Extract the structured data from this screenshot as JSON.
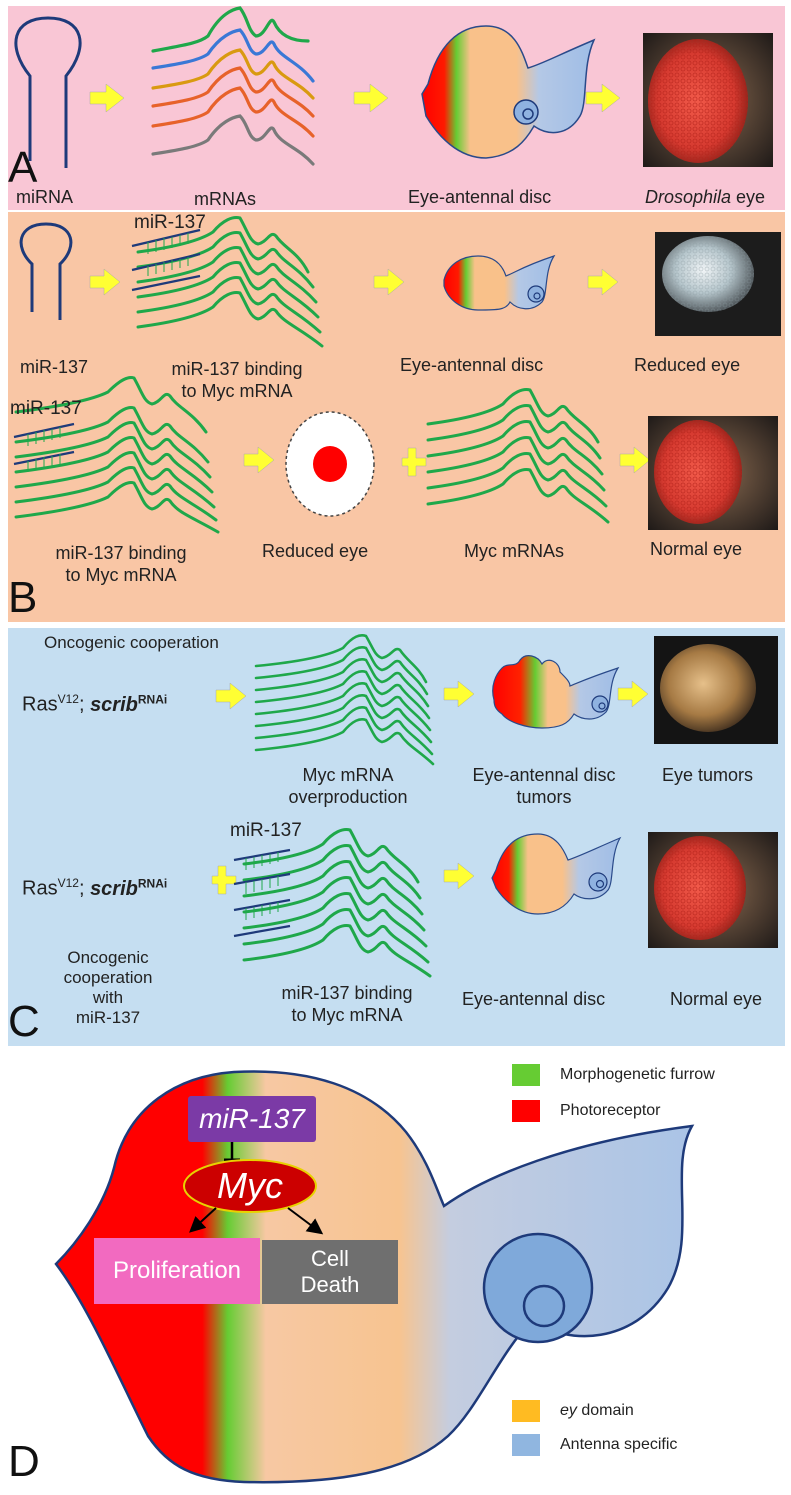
{
  "panel_a": {
    "letter": "A",
    "labels": {
      "mirna": "miRNA",
      "mrnas": "mRNAs",
      "disc": "Eye-antennal disc",
      "eye_italic": "Drosophila",
      "eye_rest": " eye"
    }
  },
  "panel_b": {
    "letter": "B",
    "row1": {
      "mir_tag": "miR-137",
      "mir": "miR-137",
      "binding_l1": "miR-137 binding",
      "binding_l2": "to Myc mRNA",
      "disc": "Eye-antennal disc",
      "reduced": "Reduced eye"
    },
    "row2": {
      "mir_tag": "miR-137",
      "binding_l1": "miR-137 binding",
      "binding_l2": "to Myc mRNA",
      "reduced": "Reduced eye",
      "myc": "Myc mRNAs",
      "normal": "Normal eye"
    }
  },
  "panel_c": {
    "letter": "C",
    "row1": {
      "coop": "Oncogenic cooperation",
      "ras": "Ras",
      "ras_sup": "V12",
      "sep": "; ",
      "scrib": "scrib",
      "scrib_sup": "RNAi",
      "myc_l1": "Myc mRNA",
      "myc_l2": "overproduction",
      "disc_l1": "Eye-antennal disc",
      "disc_l2": "tumors",
      "tumors": "Eye tumors"
    },
    "row2": {
      "mir_tag": "miR-137",
      "ras": "Ras",
      "ras_sup": "V12",
      "sep": "; ",
      "scrib": "scrib",
      "scrib_sup": "RNAi",
      "coop_l1": "Oncogenic",
      "coop_l2": "cooperation with",
      "coop_l3": "miR-137",
      "binding_l1": "miR-137 binding",
      "binding_l2": "to Myc mRNA",
      "disc": "Eye-antennal disc",
      "normal": "Normal eye"
    }
  },
  "panel_d": {
    "letter": "D",
    "mir": "miR-137",
    "myc": "Myc",
    "proliferation": "Proliferation",
    "death_l1": "Cell",
    "death_l2": "Death",
    "legend": {
      "furrow": "Morphogenetic furrow",
      "photo": "Photoreceptor",
      "ey_italic": "ey",
      "ey_rest": " domain",
      "antenna": "Antenna specific"
    }
  },
  "colors": {
    "panel_a_bg": "#f9c6d5",
    "panel_b_bg": "#f9c6a5",
    "panel_c_bg": "#c5def1",
    "mrna_green": "#1fa84a",
    "mirna_blue": "#1e3a7a",
    "arrow_yellow": "#ffff33",
    "photoreceptor_red": "#ff0000",
    "furrow_green": "#66cc33",
    "ey_orange": "#ffbb22",
    "antenna_blue": "#90b6e0",
    "myc_red": "#cc0000",
    "mir_purple": "#7b3aa6",
    "prolif_pink": "#f26ac0",
    "death_gray": "#6f6f6f"
  },
  "icons": [
    "right-arrow-icon",
    "plus-icon",
    "inhibit-arrow-icon",
    "activation-arrow-icon",
    "hairpin-icon"
  ]
}
